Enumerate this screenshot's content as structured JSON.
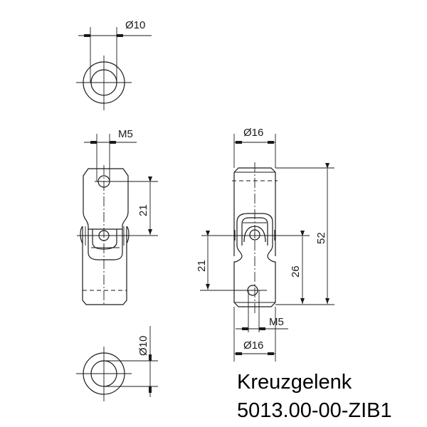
{
  "title_block": {
    "name": "Kreuzgelenk",
    "part_number": "5013.00-00-ZIB1"
  },
  "views": {
    "top_end_view": {
      "dimension": "Ø10"
    },
    "side_view": {
      "hole_dimension": "M5",
      "center_distance": "21"
    },
    "front_view": {
      "top_diameter": "Ø16",
      "overall_length": "52",
      "center_to_bottom": "26",
      "center_distance": "21",
      "hole_dimension": "M5",
      "bottom_diameter": "Ø16"
    },
    "bottom_end_view": {
      "dimension": "Ø10"
    }
  },
  "colors": {
    "line": "#1a1a1a",
    "background": "#ffffff"
  }
}
